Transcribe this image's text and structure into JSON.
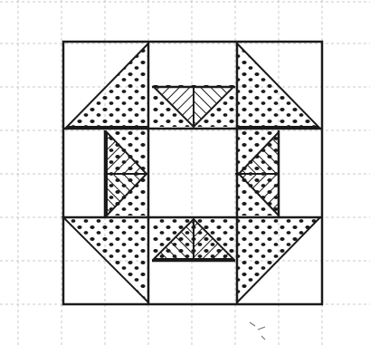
{
  "colors": {
    "paper": "#ffffff",
    "graph_line": "#c9c9c9",
    "ink": "#1a1a1a"
  },
  "diagram": {
    "kind": "quilt-block-sketch",
    "grid": "graph-paper",
    "block_layout": "3x3",
    "fills": [
      "dotted",
      "diagonal-hatch",
      "blank"
    ]
  }
}
